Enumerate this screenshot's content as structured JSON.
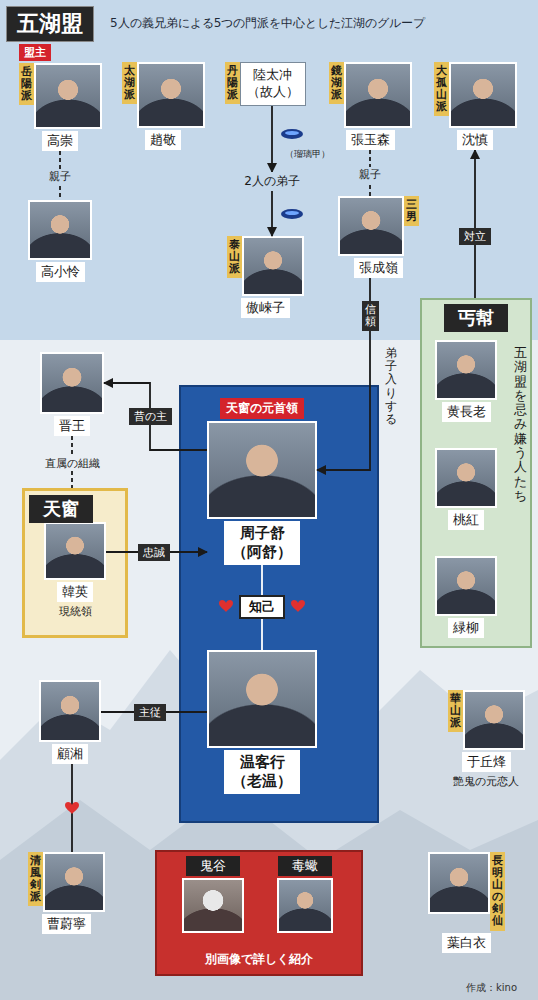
{
  "diagram": {
    "nodes": [
      {
        "text": [
          "五湖盟",
          "5人の義兄弟による5つの門派を中心とした江湖のグループ"
        ]
      },
      {
        "text": [
          "盟主",
          "岳陽派",
          "高崇"
        ],
        "in": 0
      },
      {
        "text": [
          "太湖派",
          "趙敬"
        ],
        "in": 0
      },
      {
        "text": [
          "丹陽派",
          "陸太冲 （故人）"
        ],
        "in": 0
      },
      {
        "text": [
          "鏡湖派",
          "張玉森"
        ],
        "in": 0
      },
      {
        "text": [
          "大孤山派",
          "沈慎"
        ],
        "in": 0
      },
      {
        "text": [
          "高小怜"
        ],
        "in": 0
      },
      {
        "text": [
          "2人の弟子"
        ],
        "in": 0
      },
      {
        "text": [
          "泰山派",
          "傲崍子"
        ],
        "in": 0
      },
      {
        "text": [
          "三男",
          "張成嶺"
        ],
        "in": 0
      },
      {
        "text": [
          "丐幇",
          "五湖盟を忌み嫌う人たち"
        ]
      },
      {
        "text": [
          "黄長老"
        ],
        "in": 10
      },
      {
        "text": [
          "桃紅"
        ],
        "in": 10
      },
      {
        "text": [
          "緑柳"
        ],
        "in": 10
      },
      {
        "text": [
          "晋王"
        ]
      },
      {
        "text": [
          "天窗"
        ]
      },
      {
        "text": [
          "韓英",
          "現統領"
        ],
        "in": 15
      },
      {
        "text": [
          "天窗の元首領",
          "周子舒 （阿舒）"
        ]
      },
      {
        "text": [
          "温客行 （老温）"
        ]
      },
      {
        "text": [
          "顧湘"
        ]
      },
      {
        "text": [
          "清風剣派",
          "曹蔚寧"
        ]
      },
      {
        "text": [
          "別画像で詳しく紹介"
        ]
      },
      {
        "text": [
          "鬼谷"
        ],
        "in": 21
      },
      {
        "text": [
          "毒蠍"
        ],
        "in": 21
      },
      {
        "text": [
          "華山派",
          "于丘烽",
          "艶鬼の元恋人"
        ]
      },
      {
        "text": [
          "長明山の剣仙",
          "葉白衣"
        ]
      }
    ],
    "edges": [
      {
        "from": 1,
        "to": 6,
        "label": "親子",
        "arrow": "none"
      },
      {
        "from": 4,
        "to": 9,
        "label": "親子",
        "arrow": "none"
      },
      {
        "from": 3,
        "to": 7,
        "label": "（瑠璃甲）",
        "arrow": "to"
      },
      {
        "from": 7,
        "to": 8,
        "arrow": "to"
      },
      {
        "from": 10,
        "to": 5,
        "label": "対立",
        "arrow": "to"
      },
      {
        "from": 9,
        "to": 17,
        "label": "信頼",
        "arrow": "to"
      },
      {
        "from": 17,
        "to": 14,
        "label": "昔の主",
        "arrow": "to"
      },
      {
        "from": 14,
        "to": 15,
        "label": "直属の組織",
        "arrow": "none"
      },
      {
        "from": 16,
        "to": 17,
        "label": "忠誠",
        "arrow": "to"
      },
      {
        "from": 17,
        "to": 18,
        "label": "知己",
        "arrow": "none"
      },
      {
        "from": 19,
        "to": 18,
        "label": "主従",
        "arrow": "none"
      },
      {
        "from": 19,
        "to": 20,
        "arrow": "none"
      }
    ],
    "labels": [
      "弟子入りする",
      "作成：kino"
    ]
  }
}
